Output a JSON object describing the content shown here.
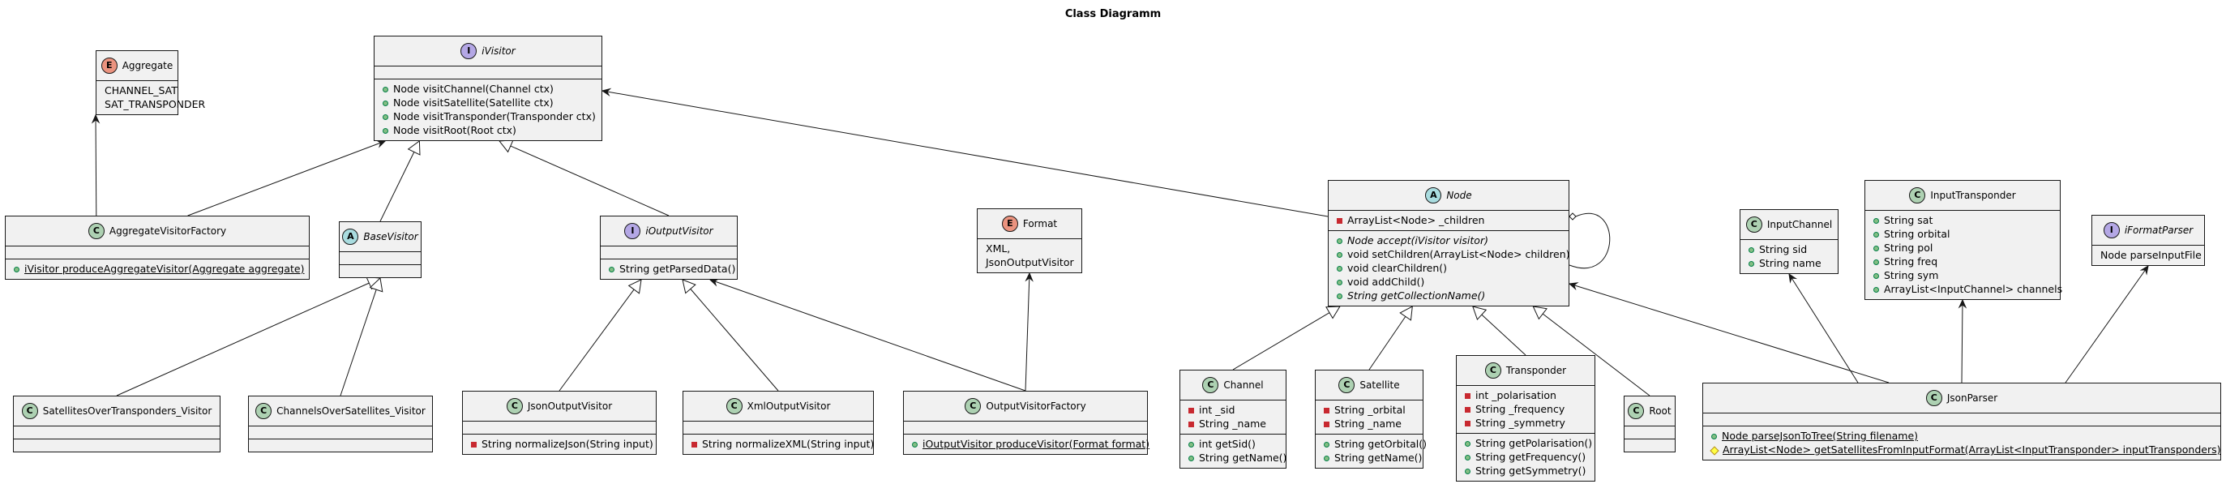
{
  "diagram": {
    "title": "Class Diagramm",
    "classes": {
      "Aggregate": {
        "kind": "E",
        "name": "Aggregate",
        "italic": false,
        "fields": [
          {
            "text": "CHANNEL_SAT",
            "vis": "none"
          },
          {
            "text": "SAT_TRANSPONDER",
            "vis": "none"
          }
        ],
        "methods": null
      },
      "iVisitor": {
        "kind": "I",
        "name": "iVisitor",
        "italic": true,
        "fields": [],
        "methods": [
          {
            "text": "Node visitChannel(Channel ctx)",
            "vis": "pub"
          },
          {
            "text": "Node visitSatellite(Satellite ctx)",
            "vis": "pub"
          },
          {
            "text": "Node visitTransponder(Transponder ctx)",
            "vis": "pub"
          },
          {
            "text": "Node visitRoot(Root ctx)",
            "vis": "pub"
          }
        ]
      },
      "AggregateVisitorFactory": {
        "kind": "C",
        "name": "AggregateVisitorFactory",
        "italic": false,
        "fields": [],
        "methods": [
          {
            "text": "iVisitor produceAggregateVisitor(Aggregate aggregate)",
            "vis": "pub",
            "static": true
          }
        ]
      },
      "BaseVisitor": {
        "kind": "A",
        "name": "BaseVisitor",
        "italic": true,
        "fields": [],
        "methods": []
      },
      "iOutputVisitor": {
        "kind": "I",
        "name": "iOutputVisitor",
        "italic": true,
        "fields": [],
        "methods": [
          {
            "text": "String getParsedData()",
            "vis": "pub"
          }
        ]
      },
      "Format": {
        "kind": "E",
        "name": "Format",
        "italic": false,
        "fields": [
          {
            "text": "XML,",
            "vis": "none"
          },
          {
            "text": "JsonOutputVisitor",
            "vis": "none"
          }
        ],
        "methods": null
      },
      "Node": {
        "kind": "A",
        "name": "Node",
        "italic": true,
        "fields": [
          {
            "text": "ArrayList<Node> _children",
            "vis": "priv"
          }
        ],
        "methods": [
          {
            "text": "Node accept(iVisitor visitor)",
            "vis": "pub",
            "italic": true
          },
          {
            "text": "void setChildren(ArrayList<Node> children)",
            "vis": "pub"
          },
          {
            "text": "void clearChildren()",
            "vis": "pub"
          },
          {
            "text": "void addChild()",
            "vis": "pub"
          },
          {
            "text": "String getCollectionName()",
            "vis": "pub",
            "italic": true
          }
        ]
      },
      "InputChannel": {
        "kind": "C",
        "name": "InputChannel",
        "italic": false,
        "fields": [
          {
            "text": "String sid",
            "vis": "pub"
          },
          {
            "text": "String name",
            "vis": "pub"
          }
        ],
        "methods": null
      },
      "InputTransponder": {
        "kind": "C",
        "name": "InputTransponder",
        "italic": false,
        "fields": [
          {
            "text": "String sat",
            "vis": "pub"
          },
          {
            "text": "String orbital",
            "vis": "pub"
          },
          {
            "text": "String pol",
            "vis": "pub"
          },
          {
            "text": "String freq",
            "vis": "pub"
          },
          {
            "text": "String sym",
            "vis": "pub"
          },
          {
            "text": "ArrayList<InputChannel> channels",
            "vis": "pub"
          }
        ],
        "methods": null
      },
      "iFormatParser": {
        "kind": "I",
        "name": "iFormatParser",
        "italic": true,
        "fields": [
          {
            "text": "Node parseInputFile",
            "vis": "none"
          }
        ],
        "methods": null
      },
      "SatellitesOverTransponders_Visitor": {
        "kind": "C",
        "name": "SatellitesOverTransponders_Visitor",
        "italic": false,
        "fields": [],
        "methods": []
      },
      "ChannelsOverSatellites_Visitor": {
        "kind": "C",
        "name": "ChannelsOverSatellites_Visitor",
        "italic": false,
        "fields": [],
        "methods": []
      },
      "JsonOutputVisitor": {
        "kind": "C",
        "name": "JsonOutputVisitor",
        "italic": false,
        "fields": [],
        "methods": [
          {
            "text": "String normalizeJson(String input)",
            "vis": "priv"
          }
        ]
      },
      "XmlOutputVisitor": {
        "kind": "C",
        "name": "XmlOutputVisitor",
        "italic": false,
        "fields": [],
        "methods": [
          {
            "text": "String normalizeXML(String input)",
            "vis": "priv"
          }
        ]
      },
      "OutputVisitorFactory": {
        "kind": "C",
        "name": "OutputVisitorFactory",
        "italic": false,
        "fields": [],
        "methods": [
          {
            "text": "iOutputVisitor produceVisitor(Format format)",
            "vis": "pub",
            "static": true
          }
        ]
      },
      "Channel": {
        "kind": "C",
        "name": "Channel",
        "italic": false,
        "fields": [
          {
            "text": "int _sid",
            "vis": "priv"
          },
          {
            "text": "String _name",
            "vis": "priv"
          }
        ],
        "methods": [
          {
            "text": "int getSid()",
            "vis": "pub"
          },
          {
            "text": "String getName()",
            "vis": "pub"
          }
        ]
      },
      "Satellite": {
        "kind": "C",
        "name": "Satellite",
        "italic": false,
        "fields": [
          {
            "text": "String _orbital",
            "vis": "priv"
          },
          {
            "text": "String _name",
            "vis": "priv"
          }
        ],
        "methods": [
          {
            "text": "String getOrbital()",
            "vis": "pub"
          },
          {
            "text": "String getName()",
            "vis": "pub"
          }
        ]
      },
      "Transponder": {
        "kind": "C",
        "name": "Transponder",
        "italic": false,
        "fields": [
          {
            "text": "int _polarisation",
            "vis": "priv"
          },
          {
            "text": "String _frequency",
            "vis": "priv"
          },
          {
            "text": "String _symmetry",
            "vis": "priv"
          }
        ],
        "methods": [
          {
            "text": "String getPolarisation()",
            "vis": "pub"
          },
          {
            "text": "String getFrequency()",
            "vis": "pub"
          },
          {
            "text": "String getSymmetry()",
            "vis": "pub"
          }
        ]
      },
      "Root": {
        "kind": "C",
        "name": "Root",
        "italic": false,
        "fields": [],
        "methods": []
      },
      "JsonParser": {
        "kind": "C",
        "name": "JsonParser",
        "italic": false,
        "fields": [],
        "methods": [
          {
            "text": "Node parseJsonToTree(String filename)",
            "vis": "pub",
            "static": true
          },
          {
            "text": "ArrayList<Node> getSatellitesFromInputFormat(ArrayList<InputTransponder> inputTransponders)",
            "vis": "prot",
            "static": true
          }
        ]
      }
    }
  }
}
